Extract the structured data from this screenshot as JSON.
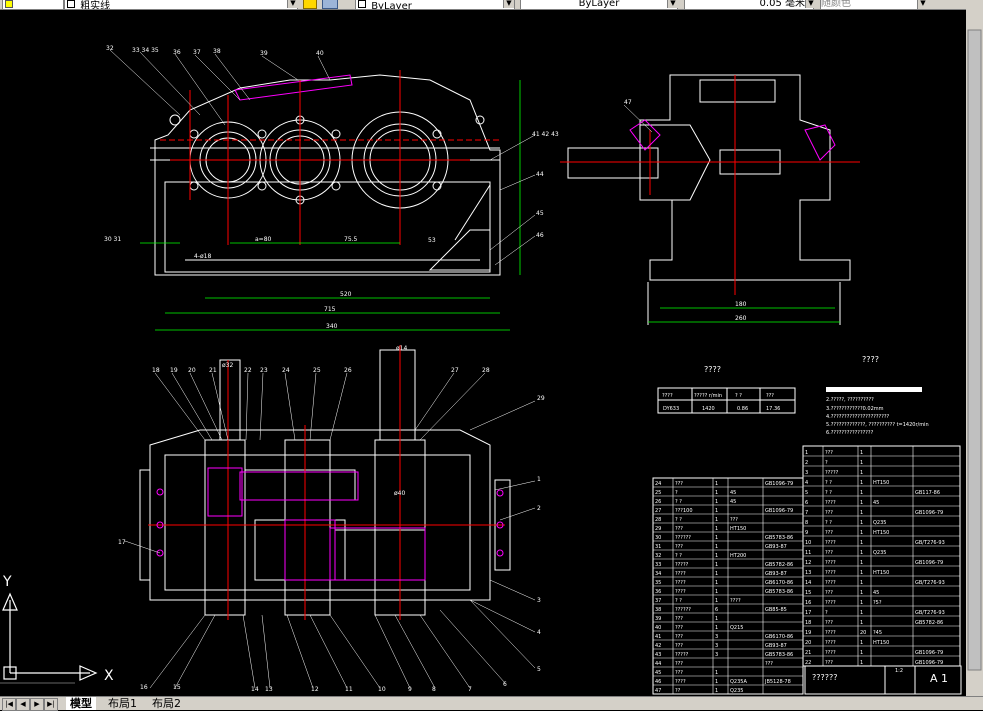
{
  "toolbar": {
    "linetype": "粗实线",
    "layer": "ByLayer",
    "linetype2": "ByLayer",
    "lineweight": "0.05 毫米",
    "color": "随颜色"
  },
  "tabs": [
    "模型",
    "布局1",
    "布局2"
  ],
  "ucs": {
    "x_label": "X",
    "y_label": "Y"
  },
  "titles": {
    "right_view_title": "????",
    "notes_title": "????"
  },
  "spec_table": {
    "headers": [
      "????",
      "????? r/min",
      "? ?",
      "???"
    ],
    "values": [
      "DY633",
      "1420",
      "0.86",
      "17.36"
    ]
  },
  "notes": [
    "1.???????????????????",
    "2.?????, ??????????",
    "3.????????????0.02mm",
    "4.??????????????????????",
    "5.?????????????, ?????????? t=1420r/min",
    "6.????????????????"
  ],
  "parts_left": [
    [
      "47",
      "??",
      "1",
      "Q235",
      ""
    ],
    [
      "46",
      "????",
      "1",
      "Q235A",
      "JB5128-78"
    ],
    [
      "45",
      "???",
      "1",
      "",
      ""
    ],
    [
      "44",
      "???",
      "",
      "",
      "???"
    ],
    [
      "43",
      "?????",
      "3",
      "",
      "GB5783-86"
    ],
    [
      "42",
      "???",
      "3",
      "",
      "GB93-87"
    ],
    [
      "41",
      "???",
      "3",
      "",
      "GB6170-86"
    ],
    [
      "40",
      "???",
      "1",
      "Q215",
      ""
    ],
    [
      "39",
      "???",
      "1",
      "",
      ""
    ],
    [
      "38",
      "??????",
      "6",
      "",
      "GB85-85"
    ],
    [
      "37",
      "?  ?",
      "1",
      "????",
      ""
    ],
    [
      "36",
      "????",
      "1",
      "",
      "GB5783-86"
    ],
    [
      "35",
      "????",
      "1",
      "",
      "GB6170-86"
    ],
    [
      "34",
      "????",
      "1",
      "",
      "GB93-87"
    ],
    [
      "33",
      "?????",
      "1",
      "",
      "GB5782-86"
    ],
    [
      "32",
      "?   ?",
      "1",
      "HT200",
      ""
    ],
    [
      "31",
      "???",
      "1",
      "",
      "GB93-87"
    ],
    [
      "30",
      "??????",
      "1",
      "",
      "GB5783-86"
    ],
    [
      "29",
      "???",
      "1",
      "HT150",
      ""
    ],
    [
      "28",
      "? ?",
      "1",
      "???",
      ""
    ],
    [
      "27",
      "???100",
      "1",
      "",
      "GB1096-79"
    ],
    [
      "26",
      "? ?",
      "1",
      "45",
      ""
    ],
    [
      "25",
      "?",
      "1",
      "45",
      ""
    ],
    [
      "24",
      "???",
      "1",
      "",
      "GB1096-79"
    ]
  ],
  "parts_right": [
    [
      "22",
      "???",
      "1",
      "",
      "GB1096-79"
    ],
    [
      "21",
      "????",
      "1",
      "",
      "GB1096-79"
    ],
    [
      "20",
      "????",
      "1",
      "HT150",
      ""
    ],
    [
      "19",
      "????",
      "20",
      "?45",
      ""
    ],
    [
      "18",
      "???",
      "1",
      "",
      "GB5782-86"
    ],
    [
      "17",
      "?",
      "1",
      "",
      "GB/T276-93"
    ],
    [
      "16",
      "????",
      "1",
      "?5?",
      ""
    ],
    [
      "15",
      "???",
      "1",
      "45",
      ""
    ],
    [
      "14",
      "????",
      "1",
      "",
      "GB/T276-93"
    ],
    [
      "13",
      "????",
      "1",
      "HT150",
      ""
    ],
    [
      "12",
      "????",
      "1",
      "",
      "GB1096-79"
    ],
    [
      "11",
      "???",
      "1",
      "Q235",
      ""
    ],
    [
      "10",
      "????",
      "1",
      "",
      "GB/T276-93"
    ],
    [
      "9",
      "???",
      "1",
      "HT150",
      ""
    ],
    [
      "8",
      "? ?",
      "1",
      "Q235",
      ""
    ],
    [
      "7",
      "???",
      "1",
      "",
      "GB1096-79"
    ],
    [
      "6",
      "????",
      "1",
      "45",
      ""
    ],
    [
      "5",
      "? ?",
      "1",
      "",
      "GB117-86"
    ],
    [
      "4",
      "? ?",
      "1",
      "HT150",
      ""
    ],
    [
      "3",
      "?????",
      "1",
      "",
      ""
    ],
    [
      "2",
      "?",
      "1",
      "",
      ""
    ],
    [
      "1",
      "???",
      "1",
      "",
      ""
    ]
  ],
  "title_block": {
    "name": "??????",
    "sheet": "A 1",
    "ratio": "1:2"
  },
  "front_view": {
    "labels_top": [
      "32",
      "33 34 35",
      "36",
      "37",
      "38",
      "39",
      "40"
    ],
    "labels_right": [
      "41 42 43",
      "44",
      "45",
      "46"
    ],
    "label_left": "30 31",
    "dims": [
      "a=80",
      "75.5",
      "53",
      "520",
      "715",
      "340",
      "4-ø18"
    ]
  },
  "side_view": {
    "label": "47",
    "dims": [
      "180",
      "260"
    ]
  },
  "top_view": {
    "labels_top": [
      "18",
      "19",
      "20",
      "21",
      "22",
      "23",
      "24",
      "25",
      "26",
      "27",
      "28",
      "29"
    ],
    "labels_bottom": [
      "16",
      "15",
      "14",
      "13",
      "12",
      "11",
      "10",
      "9",
      "8",
      "7",
      "6",
      "5"
    ],
    "labels_right": [
      "1",
      "2",
      "3",
      "4"
    ],
    "label_left": "17",
    "dims": [
      "ø14",
      "ø32",
      "ø40"
    ]
  }
}
